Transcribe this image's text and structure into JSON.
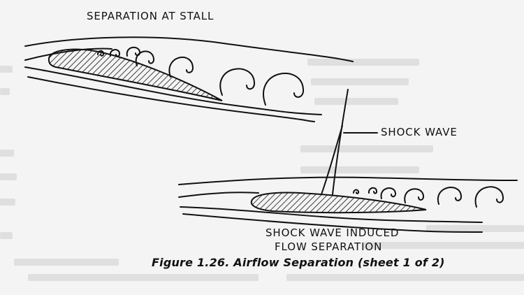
{
  "labels": {
    "separation_at_stall": "SEPARATION AT STALL",
    "shock_wave": "SHOCK WAVE",
    "shock_induced_line1": "SHOCK WAVE INDUCED",
    "shock_induced_line2": "FLOW SEPARATION"
  },
  "caption": "Figure 1.26. Airflow Separation (sheet 1 of 2)",
  "colors": {
    "ink": "#111111",
    "paper": "#f4f4f4"
  }
}
